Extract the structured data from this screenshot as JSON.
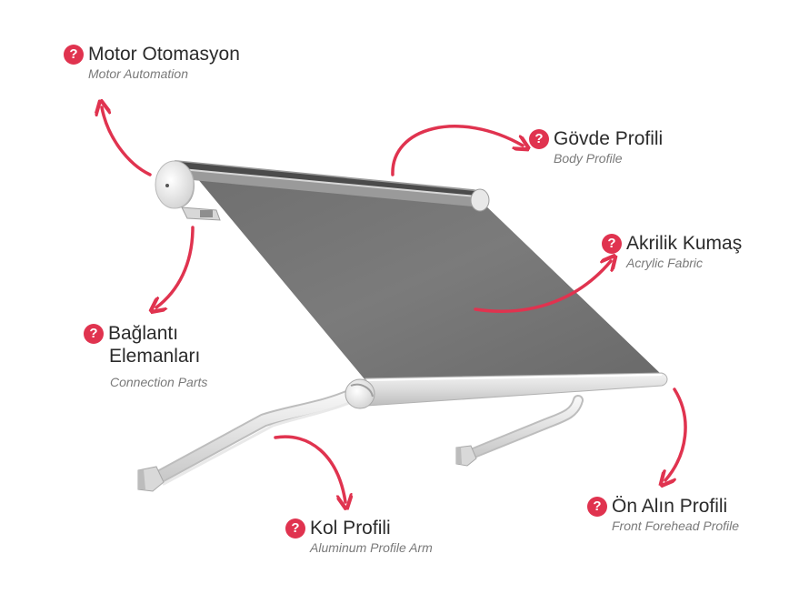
{
  "accent_color": "#e0334f",
  "callout_icon": "question-circle-icon",
  "callouts": {
    "motor": {
      "title": "Motor Otomasyon",
      "subtitle": "Motor Automation"
    },
    "body": {
      "title": "Gövde Profili",
      "subtitle": "Body Profile"
    },
    "fabric": {
      "title": "Akrilik Kumaş",
      "subtitle": "Acrylic Fabric"
    },
    "connection": {
      "title_line1": "Bağlantı",
      "title_line2": "Elemanları",
      "subtitle": "Connection Parts"
    },
    "arm": {
      "title": "Kol Profili",
      "subtitle": "Aluminum Profile Arm"
    },
    "front": {
      "title": "Ön Alın Profili",
      "subtitle": "Front Forehead Profile"
    }
  }
}
